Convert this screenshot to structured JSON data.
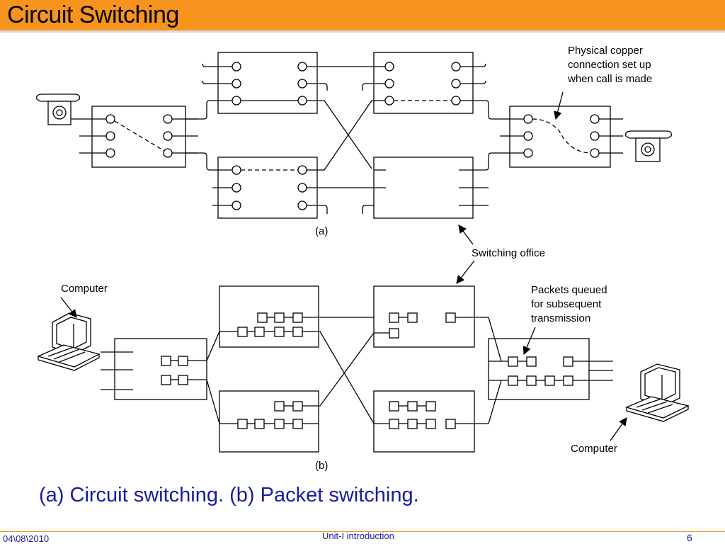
{
  "slide": {
    "title": "Circuit Switching",
    "caption": "(a) Circuit switching. (b) Packet switching.",
    "footer_date": "04\\08\\2010",
    "footer_center": "Unit-I introduction",
    "page_number": "6",
    "accent_color": "#f7941d",
    "caption_color": "#1a1aa6"
  },
  "diagram": {
    "label_a": "(a)",
    "label_b": "(b)",
    "annotation_copper_1": "Physical copper",
    "annotation_copper_2": "connection set up",
    "annotation_copper_3": "when call is made",
    "annotation_switching_office": "Switching office",
    "annotation_packets_1": "Packets queued",
    "annotation_packets_2": "for subsequent",
    "annotation_packets_3": "transmission",
    "computer_left": "Computer",
    "computer_right": "Computer"
  }
}
